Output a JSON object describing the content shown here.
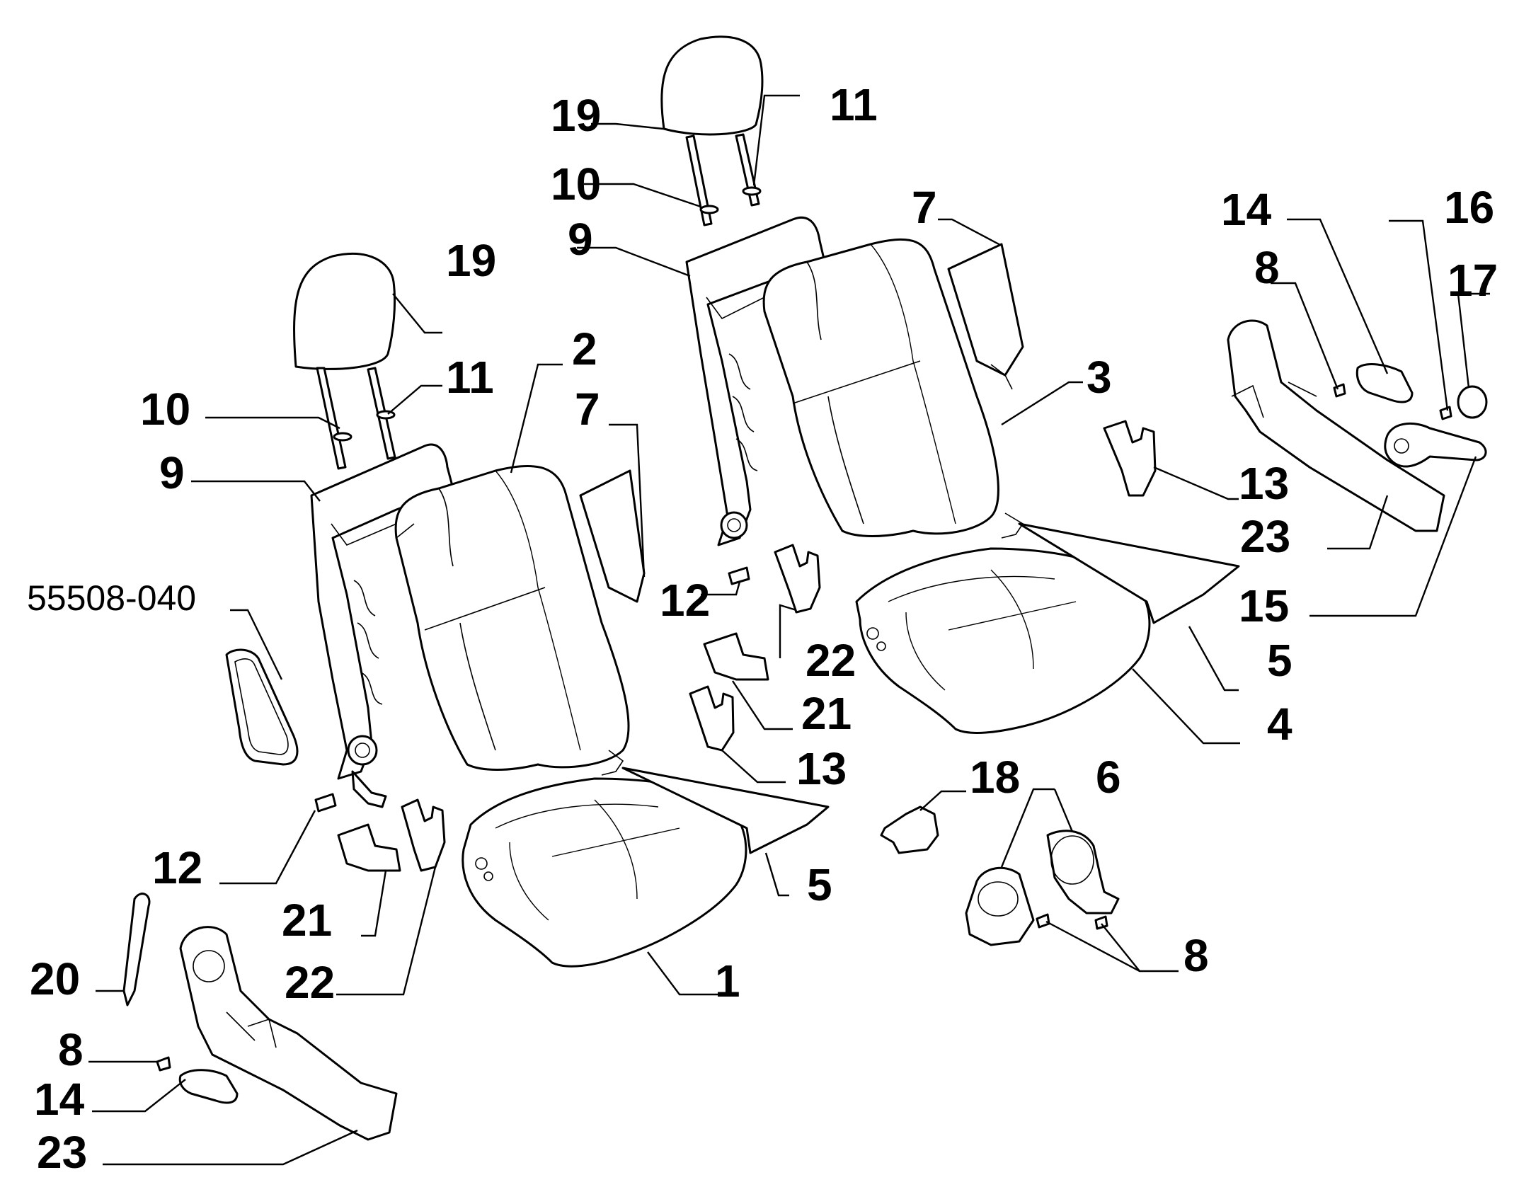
{
  "callouts": {
    "l_19": "19",
    "l_10": "10",
    "l_11": "11",
    "l_9": "9",
    "l_2": "2",
    "l_7": "7",
    "l_ref": "55508-040",
    "l_12": "12",
    "l_21": "21",
    "l_22": "22",
    "l_20": "20",
    "l_8": "8",
    "l_14": "14",
    "l_23": "23",
    "l_5": "5",
    "l_1": "1",
    "r_19": "19",
    "r_11": "11",
    "r_10": "10",
    "r_9": "9",
    "r_7": "7",
    "r_3": "3",
    "r_12": "12",
    "r_22": "22",
    "r_21": "21",
    "r_13": "13",
    "r_5": "5",
    "r_4": "4",
    "d_14": "14",
    "d_16": "16",
    "d_8": "8",
    "d_17": "17",
    "d_13": "13",
    "d_23": "23",
    "d_15": "15",
    "h_18": "18",
    "h_6": "6",
    "h_8": "8"
  }
}
